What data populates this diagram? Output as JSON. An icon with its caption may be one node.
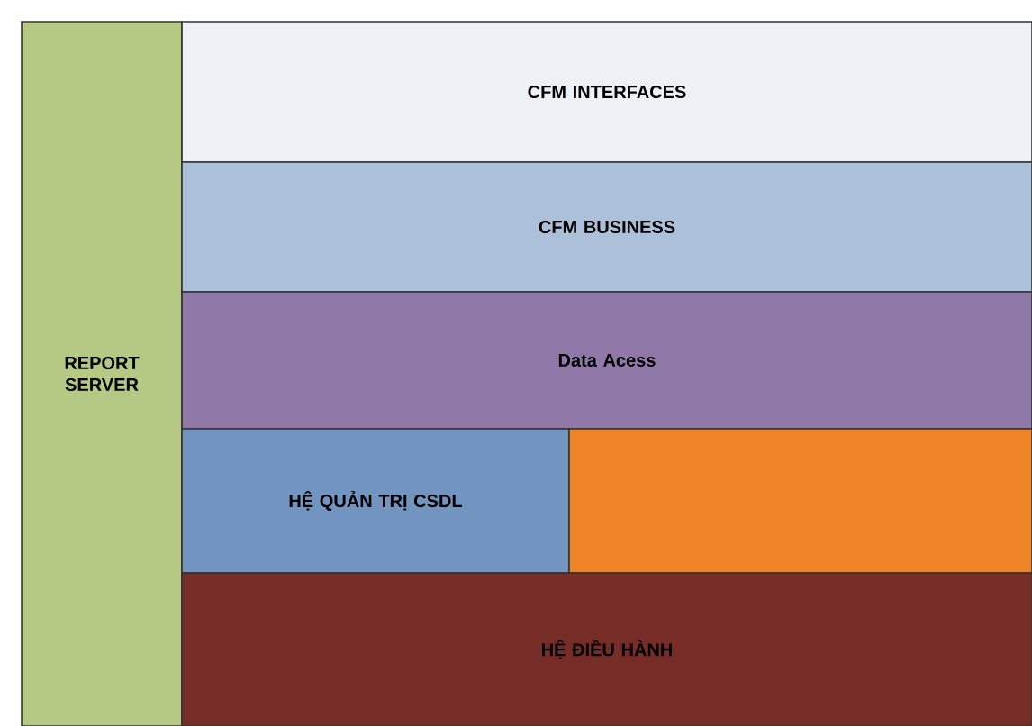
{
  "diagram": {
    "nodes": [
      {
        "text": [
          "REPORT SERVER"
        ]
      },
      {
        "text": [
          "CFM INTERFACES"
        ]
      },
      {
        "text": [
          "CFM BUSINESS"
        ]
      },
      {
        "text": [
          "Data Acess"
        ]
      },
      {
        "text": [
          "HỆ QUẢN TRỊ CSDL"
        ]
      },
      {
        "text": [],
        "shape": "box"
      },
      {
        "text": [
          "HỆ ĐIỀU HÀNH"
        ]
      }
    ]
  }
}
